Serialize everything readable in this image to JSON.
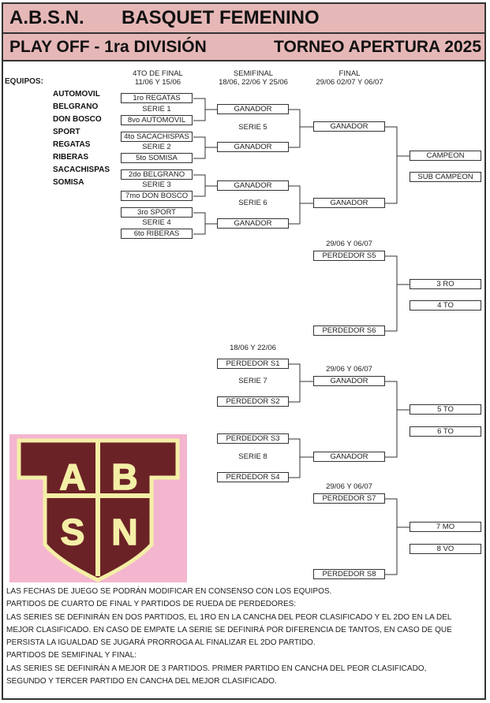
{
  "header": {
    "org": "A.B.S.N.",
    "title": "BASQUET FEMENINO",
    "subtitle": "PLAY OFF - 1ra DIVISIÓN",
    "tournament": "TORNEO APERTURA 2025"
  },
  "columns": {
    "quarter": {
      "title": "4TO DE FINAL",
      "dates": "11/06 Y 15/06"
    },
    "semi": {
      "title": "SEMIFINAL",
      "dates": "18/06, 22/06 Y 25/06"
    },
    "final": {
      "title": "FINAL",
      "dates": "29/06 02/07 Y 06/07"
    }
  },
  "teams_label": "EQUIPOS:",
  "teams": [
    "AUTOMOVIL",
    "BELGRANO",
    "DON BOSCO",
    "SPORT",
    "REGATAS",
    "RIBERAS",
    "SACACHISPAS",
    "SOMISA"
  ],
  "quarters": [
    {
      "top": "1ro REGATAS",
      "serie": "SERIE 1",
      "bottom": "8vo AUTOMOVIL"
    },
    {
      "top": "4to SACACHISPAS",
      "serie": "SERIE 2",
      "bottom": "5to SOMISA"
    },
    {
      "top": "2do BELGRANO",
      "serie": "SERIE 3",
      "bottom": "7mo DON BOSCO"
    },
    {
      "top": "3ro SPORT",
      "serie": "SERIE 4",
      "bottom": "6to RIBERAS"
    }
  ],
  "semis": {
    "winner": "GANADOR",
    "serie5": "SERIE 5",
    "serie6": "SERIE 6"
  },
  "finals": {
    "winner": "GANADOR",
    "champion": "CAMPEON",
    "runner_up": "SUB CAMPEON"
  },
  "third_place": {
    "dates": "29/06 Y 06/07",
    "top": "PERDEDOR S5",
    "bottom": "PERDEDOR S6",
    "third": "3 RO",
    "fourth": "4 TO"
  },
  "losers": {
    "dates": "18/06 Y 22/06",
    "serie7": {
      "top": "PERDEDOR S1",
      "serie": "SERIE 7",
      "bottom": "PERDEDOR S2"
    },
    "serie8": {
      "top": "PERDEDOR S3",
      "serie": "SERIE 8",
      "bottom": "PERDEDOR S4"
    },
    "final_dates": "29/06 Y 06/07",
    "winner": "GANADOR",
    "fifth": "5 TO",
    "sixth": "6 TO"
  },
  "seventh_place": {
    "dates": "29/06 Y 06/07",
    "top": "PERDEDOR S7",
    "bottom": "PERDEDOR S8",
    "seventh": "7 MO",
    "eighth": "8 VO"
  },
  "logo": {
    "letters": [
      "A",
      "B",
      "S",
      "N"
    ]
  },
  "notes": [
    "LAS FECHAS DE JUEGO SE PODRÁN MODIFICAR EN CONSENSO CON LOS EQUIPOS.",
    "PARTIDOS DE CUARTO DE FINAL Y PARTIDOS DE RUEDA DE PERDEDORES:",
    "LAS SERIES SE DEFINIRÁN EN DOS PARTIDOS, EL 1RO EN LA CANCHA DEL PEOR CLASIFICADO Y EL 2DO EN LA DEL",
    "MEJOR CLASIFICADO. EN CASO DE EMPATE LA SERIE SE DEFINIRÁ POR DIFERENCIA DE TANTOS, EN CASO DE QUE",
    "PERSISTA LA IGUALDAD SE JUGARÁ PRORROGA AL FINALIZAR EL 2DO PARTIDO.",
    "PARTIDOS DE SEMIFINAL Y FINAL:",
    "LAS SERIES SE DEFINIRÁN A MEJOR DE 3 PARTIDOS. PRIMER PARTIDO EN CANCHA DEL PEOR CLASIFICADO,",
    "SEGUNDO Y TERCER PARTIDO EN CANCHA DEL MEJOR CLASIFICADO."
  ],
  "colors": {
    "header_bg": "#e6b7b7",
    "logo_bg": "#f4b6cf",
    "logo_brown": "#6b2226",
    "logo_yellow": "#f4efa6"
  }
}
